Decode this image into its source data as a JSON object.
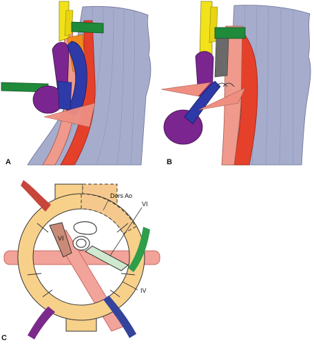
{
  "panels": {
    "a": {
      "letter": "A"
    },
    "b": {
      "letter": "B"
    },
    "c": {
      "letter": "C"
    }
  },
  "labels": {
    "dors_ao": "Dors Ao",
    "vi_left": "VI",
    "vi_right": "VI",
    "iv": "IV"
  },
  "colors": {
    "aortic_ring": "#f7d08a",
    "dorsal_aorta": "#f5c98e",
    "arch_vi_left": "#c98a78",
    "cross_vessel": "#f2a39a",
    "ductus": "#cfe8cf",
    "green_vessel": "#2f9e4a",
    "blue_vessel": "#34449c",
    "purple_vessel": "#7b2a8c",
    "red_vessel": "#c8453c",
    "heart_wall": "#a6accc"
  }
}
